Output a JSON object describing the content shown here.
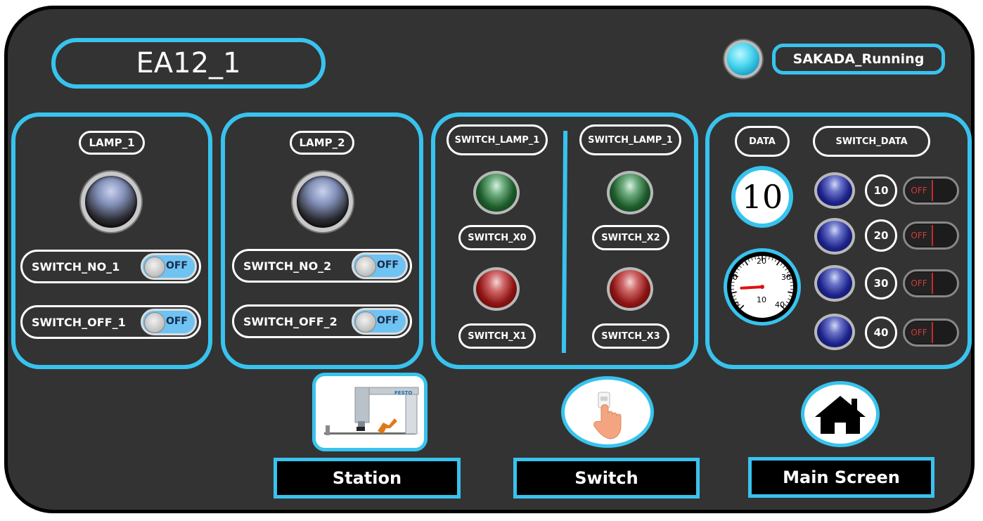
{
  "header": {
    "title": "EA12_1",
    "status_label": "SAKADA_Running"
  },
  "lamp1_panel": {
    "lamp_label": "LAMP_1",
    "switch_no_label": "SWITCH_NO_1",
    "switch_no_state": "OFF",
    "switch_off_label": "SWITCH_OFF_1",
    "switch_off_state": "OFF"
  },
  "lamp2_panel": {
    "lamp_label": "LAMP_2",
    "switch_no_label": "SWITCH_NO_2",
    "switch_no_state": "OFF",
    "switch_off_label": "SWITCH_OFF_2",
    "switch_off_state": "OFF"
  },
  "switch_lamp_panel": {
    "left_title": "SWITCH_LAMP_1",
    "right_title": "SWITCH_LAMP_1",
    "x0": "SWITCH_X0",
    "x1": "SWITCH_X1",
    "x2": "SWITCH_X2",
    "x3": "SWITCH_X3"
  },
  "data_panel": {
    "data_label": "DATA",
    "switch_data_label": "SWITCH_DATA",
    "data_value": "10",
    "gauge": {
      "value": 10,
      "ticks": [
        "0",
        "10",
        "20",
        "30",
        "40"
      ],
      "center_label": "10"
    },
    "rows": [
      {
        "value": "10",
        "state": "OFF"
      },
      {
        "value": "20",
        "state": "OFF"
      },
      {
        "value": "30",
        "state": "OFF"
      },
      {
        "value": "40",
        "state": "OFF"
      }
    ]
  },
  "nav": {
    "station_label": "Station",
    "switch_label": "Switch",
    "main_label": "Main Screen",
    "station_image_text": "FESTO"
  },
  "colors": {
    "accent": "#38c3ee",
    "background": "#333333",
    "status_lamp": "#4fd8f0"
  }
}
